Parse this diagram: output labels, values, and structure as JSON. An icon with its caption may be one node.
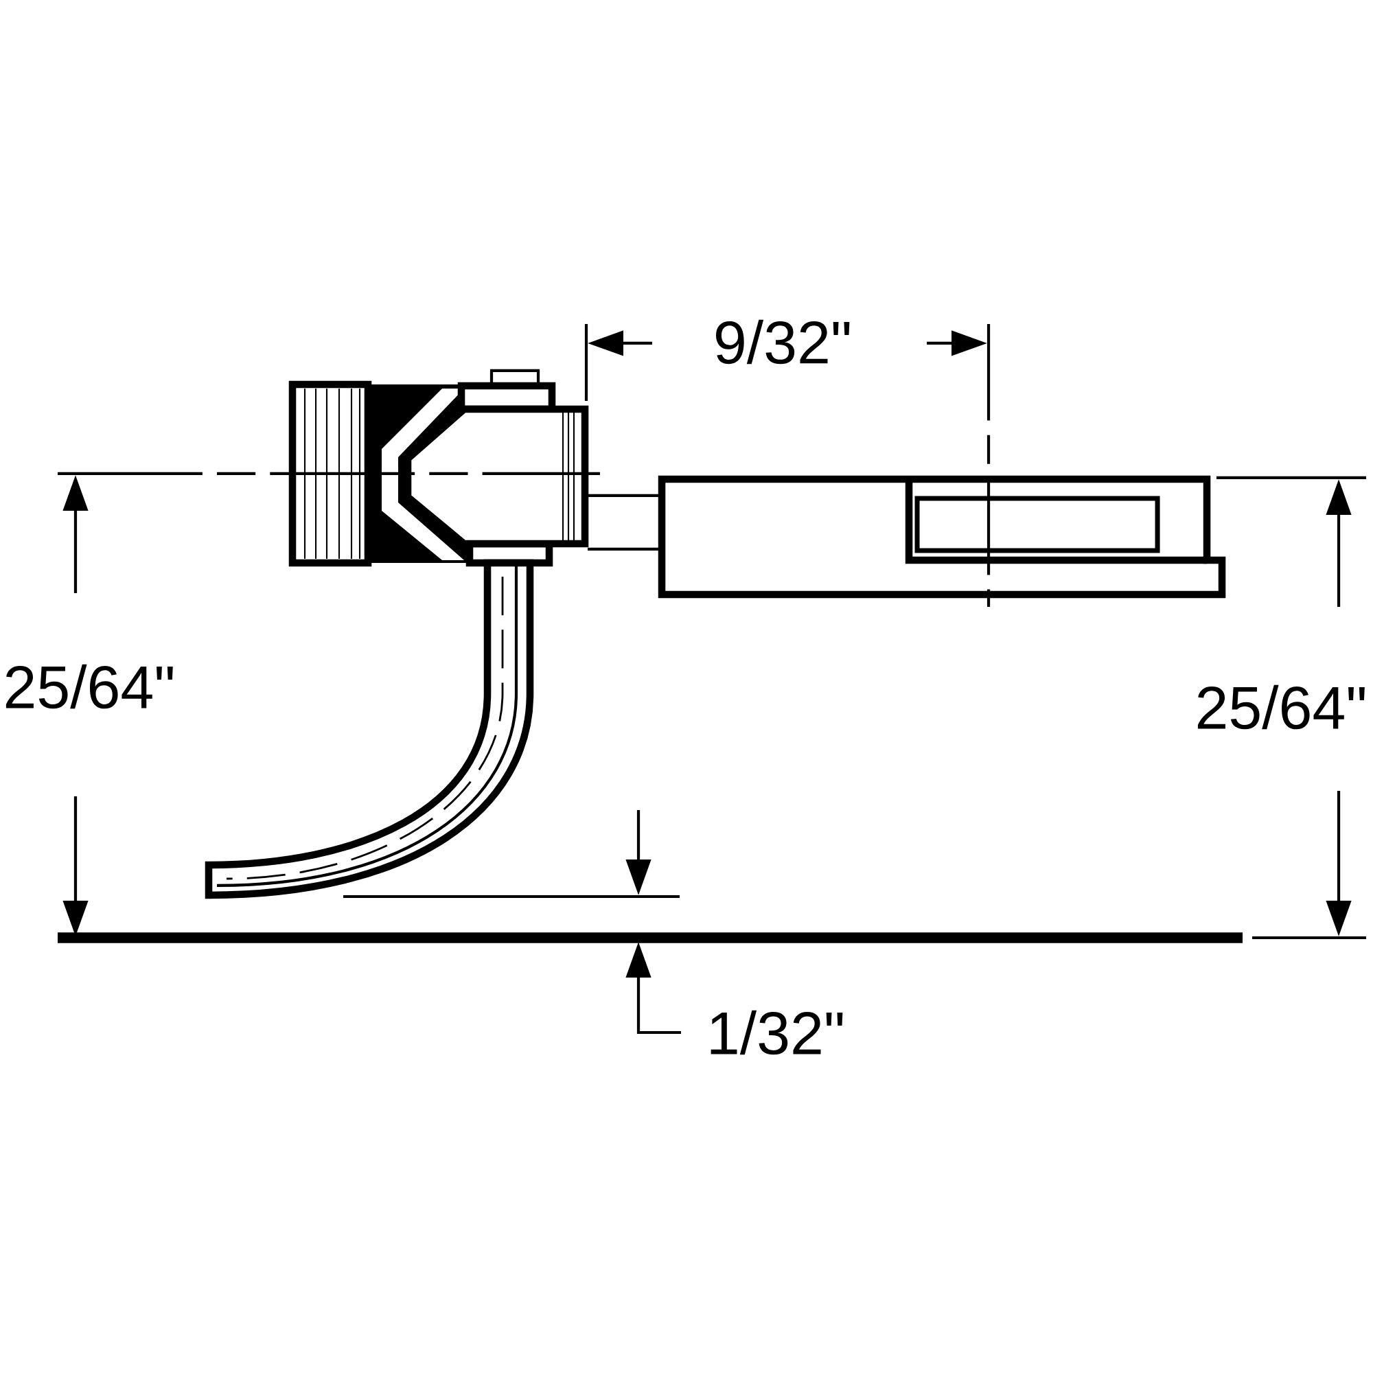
{
  "diagram": {
    "labels": [
      "9/32\"",
      "25/64\"",
      "25/64\"",
      "1/32\""
    ]
  }
}
